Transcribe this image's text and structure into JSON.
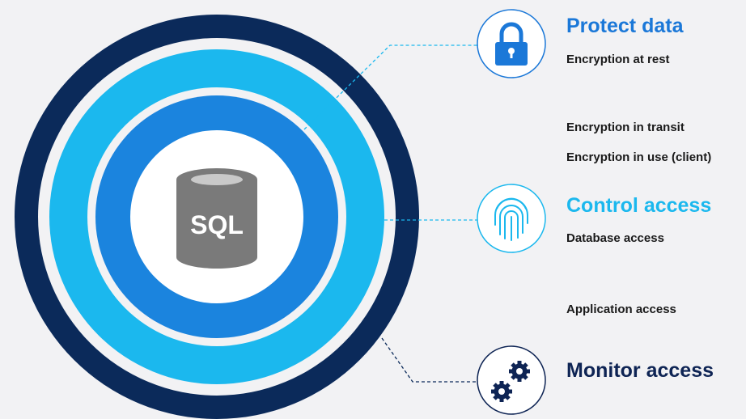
{
  "colors": {
    "background": "#f2f2f4",
    "ring_outer": "#0b2a5a",
    "ring_light": "#1bb8ee",
    "ring_mid": "#1b84de",
    "center": "#ffffff",
    "db_gray": "#7a7a7a",
    "protect_blue": "#1b78d8",
    "control_cyan": "#1bb8ee",
    "monitor_navy": "#0e2454"
  },
  "center": {
    "label": "SQL",
    "icon": "database-icon"
  },
  "sections": {
    "protect": {
      "heading": "Protect data",
      "icon": "lock-icon",
      "items": [
        "Encryption at rest",
        "Encryption in transit",
        "Encryption in use (client)"
      ]
    },
    "control": {
      "heading": "Control access",
      "icon": "fingerprint-icon",
      "items": [
        "Database access",
        "Application access"
      ]
    },
    "monitor": {
      "heading": "Monitor access",
      "icon": "gears-icon",
      "items": []
    }
  }
}
